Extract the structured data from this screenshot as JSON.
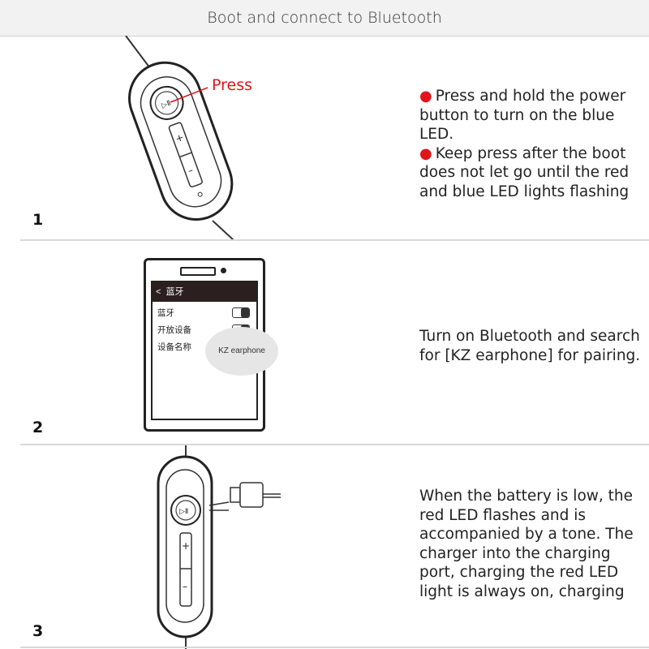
{
  "header": {
    "title": "Boot and connect to Bluetooth"
  },
  "steps": [
    {
      "number": "1",
      "callout": "Press",
      "bullets": [
        "Press and hold the power button to turn on the blue LED.",
        "Keep press after the boot does not let go until the red and blue LED lights flashing"
      ]
    },
    {
      "number": "2",
      "phone": {
        "title": "蓝牙",
        "row1": "蓝牙",
        "row2": "开放设备",
        "row3": "设备名称",
        "bubble": "KZ earphone"
      },
      "text": "Turn on Bluetooth and search for [KZ earphone] for pairing."
    },
    {
      "number": "3",
      "text": "When the battery is low, the red LED flashes and is accompanied by a tone. The charger into the charging port, charging the red LED light is always on, charging"
    }
  ],
  "colors": {
    "accent_red": "#e0141a",
    "header_bg": "#f2f2f2"
  }
}
